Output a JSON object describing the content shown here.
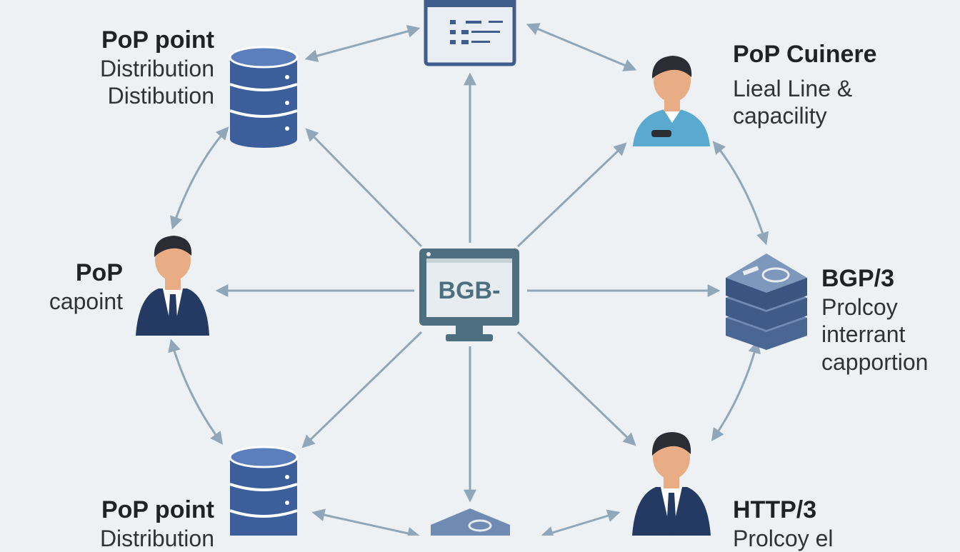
{
  "center": {
    "screen_text": "BGB-"
  },
  "labels": {
    "top_left": {
      "title": "PoP point",
      "line1": "Distribution",
      "line2": "Distibution"
    },
    "top_right": {
      "title": "PoP Cuinere",
      "line1": "Lieal Line &",
      "line2": "capacility"
    },
    "mid_left": {
      "title": "PoP",
      "line1": "capoint"
    },
    "mid_right": {
      "title": "BGP/3",
      "line1": "Prolcoy",
      "line2": "interrant",
      "line3": "capportion"
    },
    "bottom_left": {
      "title": "PoP point",
      "line1": "Distribution"
    },
    "bottom_right": {
      "title": "HTTP/3",
      "line1": "Prolcoy el"
    }
  },
  "colors": {
    "arrow": "#8fa7b8",
    "database": "#3c5f9c",
    "monitor": "#4d6f80",
    "suit": "#253a63",
    "sweater": "#5aa9cf",
    "skin": "#e9ad86",
    "hair": "#2a2d33"
  },
  "icons": [
    "database-icon",
    "monitor-icon",
    "person-icon",
    "server-stack-icon",
    "window-icon"
  ]
}
